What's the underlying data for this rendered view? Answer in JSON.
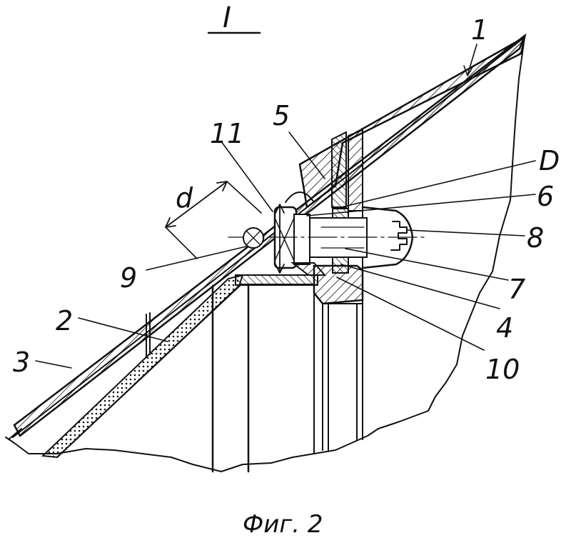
{
  "figure": {
    "detail_mark": "I",
    "caption": "Фиг. 2"
  },
  "dimension": {
    "label": "d"
  },
  "callouts": [
    {
      "id": "1",
      "text": "1"
    },
    {
      "id": "2",
      "text": "2"
    },
    {
      "id": "3",
      "text": "3"
    },
    {
      "id": "4",
      "text": "4"
    },
    {
      "id": "5",
      "text": "5"
    },
    {
      "id": "6",
      "text": "6"
    },
    {
      "id": "7",
      "text": "7"
    },
    {
      "id": "8",
      "text": "8"
    },
    {
      "id": "9",
      "text": "9"
    },
    {
      "id": "10",
      "text": "10"
    },
    {
      "id": "11",
      "text": "11"
    },
    {
      "id": "D",
      "text": "D"
    }
  ]
}
